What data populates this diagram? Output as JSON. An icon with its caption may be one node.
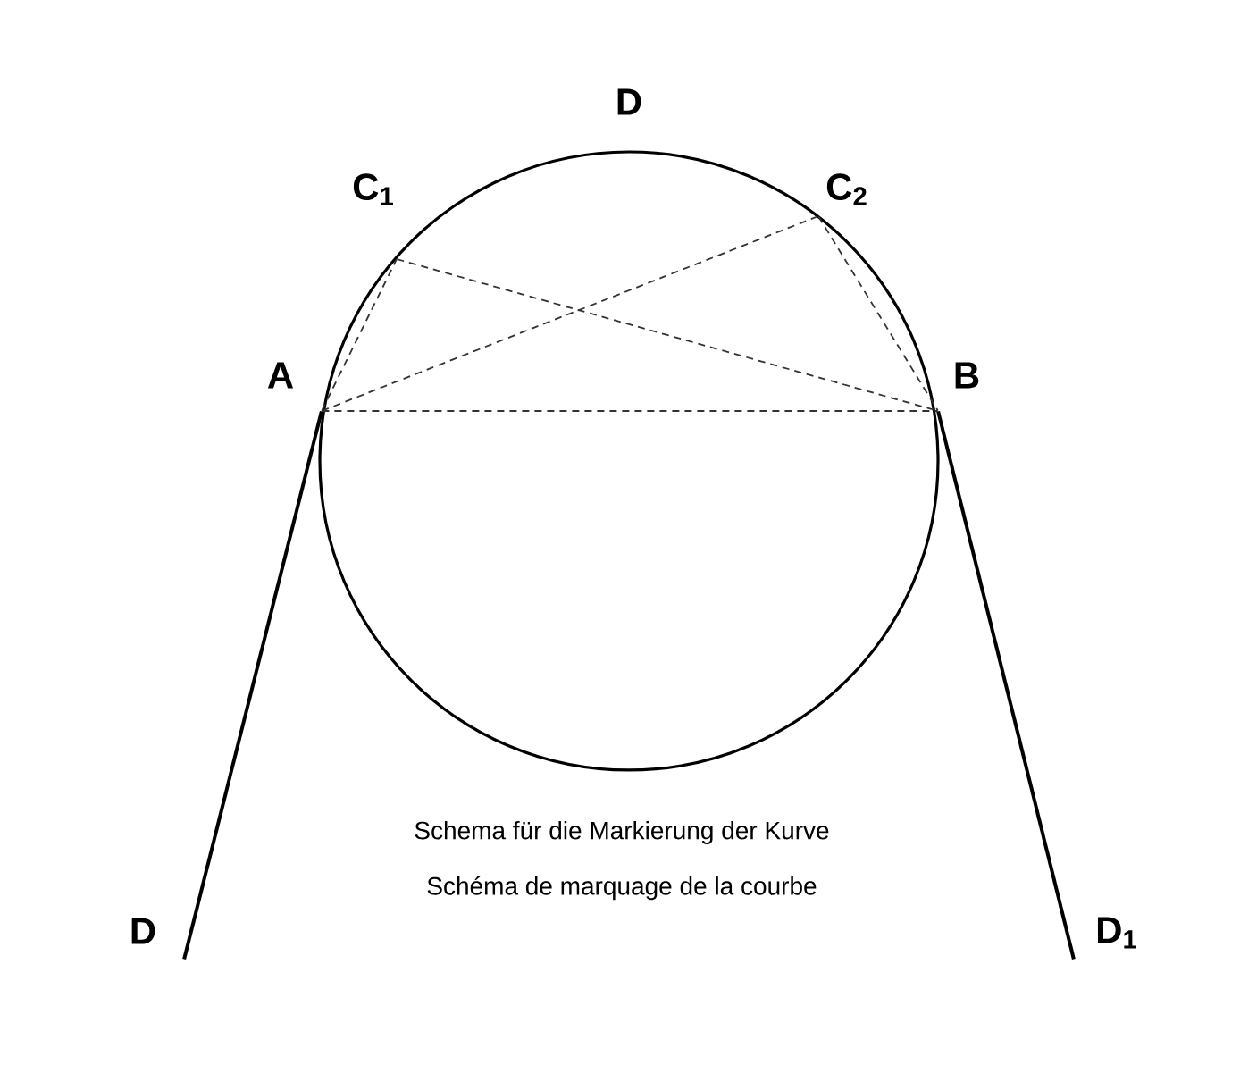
{
  "diagram": {
    "nodes": [
      {
        "text": [
          "D"
        ]
      },
      {
        "text": [
          "C$_{1}$"
        ]
      },
      {
        "text": [
          "C$_{2}$"
        ]
      },
      {
        "text": [
          "A"
        ]
      },
      {
        "text": [
          "B"
        ]
      },
      {
        "text": [
          "D"
        ]
      },
      {
        "text": [
          "D$_{1}$"
        ]
      }
    ],
    "edges": [
      {
        "from": 3,
        "to": 4,
        "arrow": "none",
        "style": "dashed"
      },
      {
        "from": 3,
        "to": 1,
        "arrow": "none",
        "style": "dashed"
      },
      {
        "from": 3,
        "to": 2,
        "arrow": "none",
        "style": "dashed"
      },
      {
        "from": 1,
        "to": 4,
        "arrow": "none",
        "style": "dashed"
      },
      {
        "from": 2,
        "to": 4,
        "arrow": "none",
        "style": "dashed"
      },
      {
        "from": 3,
        "to": 5,
        "arrow": "none"
      },
      {
        "from": 4,
        "to": 6,
        "arrow": "none"
      }
    ],
    "labels": [
      "Schema für die Markierung der Kurve",
      "Schéma de marquage de la courbe"
    ]
  }
}
